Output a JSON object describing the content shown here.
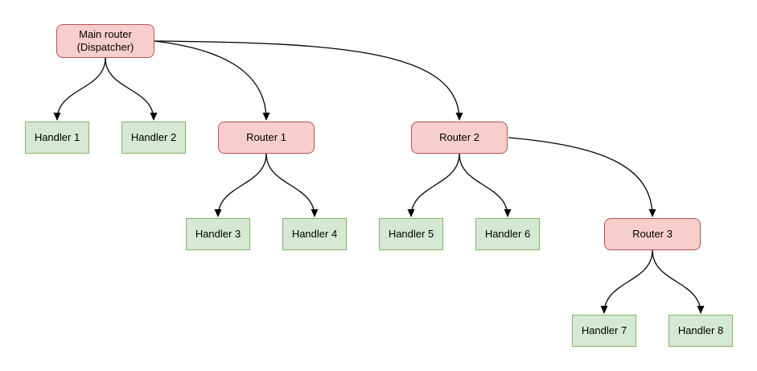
{
  "diagram": {
    "nodes": [
      {
        "id": "main-router",
        "label": "Main router\n(Dispatcher)",
        "type": "router"
      },
      {
        "id": "handler-1",
        "label": "Handler 1",
        "type": "handler"
      },
      {
        "id": "handler-2",
        "label": "Handler 2",
        "type": "handler"
      },
      {
        "id": "router-1",
        "label": "Router 1",
        "type": "router"
      },
      {
        "id": "router-2",
        "label": "Router 2",
        "type": "router"
      },
      {
        "id": "handler-3",
        "label": "Handler 3",
        "type": "handler"
      },
      {
        "id": "handler-4",
        "label": "Handler 4",
        "type": "handler"
      },
      {
        "id": "handler-5",
        "label": "Handler 5",
        "type": "handler"
      },
      {
        "id": "handler-6",
        "label": "Handler 6",
        "type": "handler"
      },
      {
        "id": "router-3",
        "label": "Router 3",
        "type": "router"
      },
      {
        "id": "handler-7",
        "label": "Handler 7",
        "type": "handler"
      },
      {
        "id": "handler-8",
        "label": "Handler 8",
        "type": "handler"
      }
    ],
    "edges": [
      {
        "from": "main-router",
        "to": "handler-1"
      },
      {
        "from": "main-router",
        "to": "handler-2"
      },
      {
        "from": "main-router",
        "to": "router-1"
      },
      {
        "from": "main-router",
        "to": "router-2"
      },
      {
        "from": "router-1",
        "to": "handler-3"
      },
      {
        "from": "router-1",
        "to": "handler-4"
      },
      {
        "from": "router-2",
        "to": "handler-5"
      },
      {
        "from": "router-2",
        "to": "handler-6"
      },
      {
        "from": "router-2",
        "to": "router-3"
      },
      {
        "from": "router-3",
        "to": "handler-7"
      },
      {
        "from": "router-3",
        "to": "handler-8"
      }
    ],
    "colors": {
      "router_fill": "#f8cecc",
      "router_stroke": "#b85450",
      "handler_fill": "#d5e8d4",
      "handler_stroke": "#82b366",
      "edge": "#000000",
      "background": "#ffffff"
    }
  }
}
